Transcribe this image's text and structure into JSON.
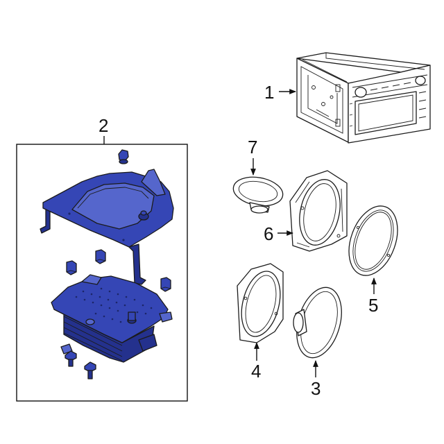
{
  "callouts": [
    {
      "id": "1",
      "text": "1"
    },
    {
      "id": "2",
      "text": "2"
    },
    {
      "id": "3",
      "text": "3"
    },
    {
      "id": "4",
      "text": "4"
    },
    {
      "id": "5",
      "text": "5"
    },
    {
      "id": "6",
      "text": "6"
    },
    {
      "id": "7",
      "text": "7"
    }
  ],
  "colors": {
    "highlight": "#3546b5",
    "highlight_dark": "#24318d",
    "outline": "#1b1b1b",
    "background": "#ffffff"
  }
}
